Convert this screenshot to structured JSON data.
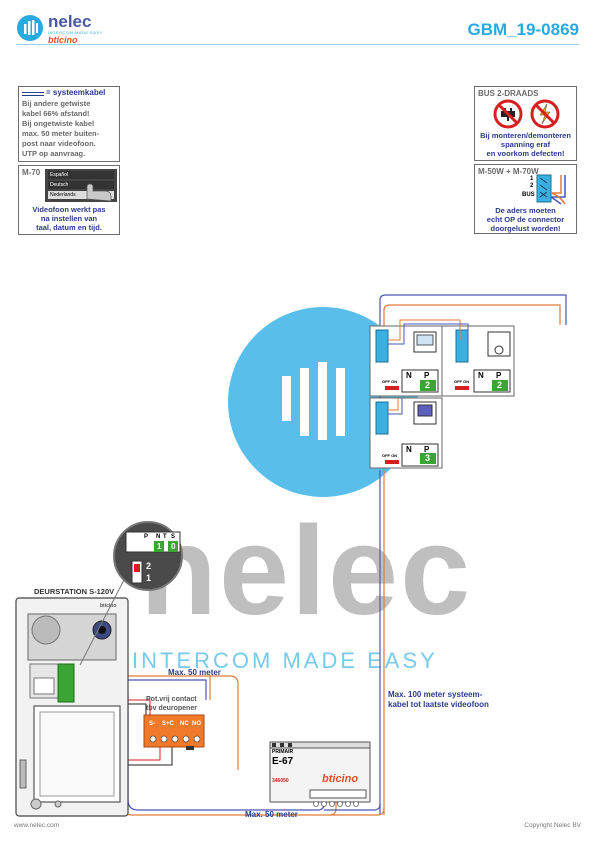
{
  "header": {
    "logo_word": "nelec",
    "logo_tagline": "INTERCOM MADE EASY",
    "logo_brand": "bticino",
    "doc_code": "GBM_19-0869"
  },
  "watermark": {
    "word": "nelec",
    "tagline": "INTERCOM MADE EASY"
  },
  "note_cable": {
    "legend": "= systeemkabel",
    "lines": [
      "Bij andere getwiste",
      "kabel 66% afstand!",
      "Bij ongetwiste kabel",
      "max. 50 meter buiten-",
      "post naar videofoon.",
      "UTP op aanvraag."
    ]
  },
  "note_m70": {
    "model": "M-70",
    "languages": [
      "Español",
      "Deutsch",
      "Nederlands"
    ],
    "caption": [
      "Videofoon werkt pas",
      "na instellen van",
      "taal, datum en tijd."
    ]
  },
  "note_bus": {
    "title": "BUS 2-DRAADS",
    "warning": [
      "Bij monteren/demonteren",
      "spanning eraf",
      "en voorkom defecten!"
    ]
  },
  "note_m50": {
    "model": "M-50W + M-70W",
    "terminals": [
      "1",
      "2",
      "BUS"
    ],
    "caption": [
      "De aders moeten",
      "echt OP de connector",
      "doorgelust worden!"
    ]
  },
  "door_station": {
    "title": "DEURSTATION S-120V",
    "brand": "bticino",
    "dip_labels": [
      "P",
      "N",
      "T",
      "S"
    ],
    "dip_values": [
      "1",
      "0"
    ],
    "switch_labels": [
      "2",
      "1"
    ]
  },
  "relay": {
    "caption": [
      "Pot.vrij contact",
      "tbv deuropener"
    ],
    "terminals": [
      "S-",
      "S+C",
      "NC",
      "NO"
    ]
  },
  "monitors": [
    {
      "n": "N",
      "p": "P",
      "n_val": "",
      "p_val": "2",
      "switch": "OFF ON"
    },
    {
      "n": "N",
      "p": "P",
      "n_val": "",
      "p_val": "2",
      "switch": "OFF ON"
    },
    {
      "n": "N",
      "p": "P",
      "n_val": "",
      "p_val": "3",
      "switch": "OFF ON"
    }
  ],
  "power_supply": {
    "header": "PRIMAIR",
    "model": "E-67",
    "code": "346050",
    "brand": "bticino"
  },
  "labels": {
    "max50_top": "Max. 50 meter",
    "max50_bottom": "Max. 50 meter",
    "max100": [
      "Max. 100 meter systeem-",
      "kabel tot laatste videofoon"
    ]
  },
  "footer": {
    "website": "www.nelec.com",
    "copyright": "Copyright Nelec BV"
  },
  "colors": {
    "brand_blue": "#29a9e1",
    "text_blue": "#2b3a8c",
    "wire_orange": "#e07a3a",
    "wire_red": "#d62020",
    "wire_blue": "#4a55b5",
    "green": "#3aa535",
    "terminal_blue": "#3ab0e0",
    "relay_orange": "#f07a2a"
  }
}
